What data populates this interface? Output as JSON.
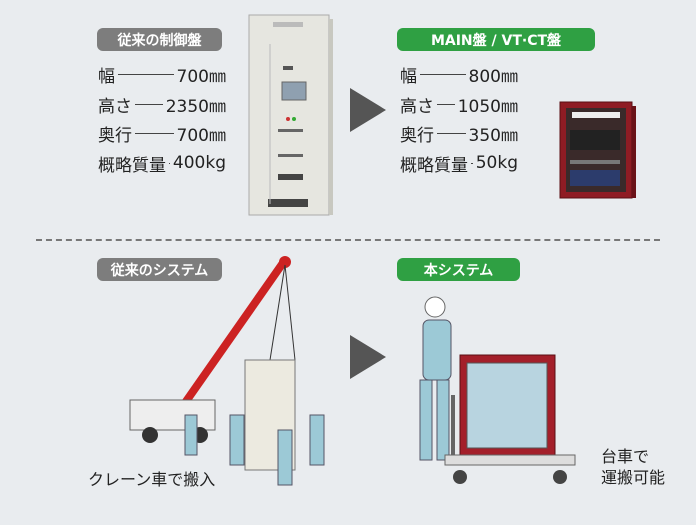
{
  "before": {
    "label": "従来の制御盤",
    "specs": [
      {
        "name": "幅",
        "value": "700㎜"
      },
      {
        "name": "高さ",
        "value": "2350㎜"
      },
      {
        "name": "奥行",
        "value": "700㎜"
      },
      {
        "name": "概略質量",
        "value": "400kg"
      }
    ]
  },
  "after": {
    "label": "MAIN盤 / VT·CT盤",
    "specs": [
      {
        "name": "幅",
        "value": "800㎜"
      },
      {
        "name": "高さ",
        "value": "1050㎜"
      },
      {
        "name": "奥行",
        "value": "350㎜"
      },
      {
        "name": "概略質量",
        "value": "50kg"
      }
    ]
  },
  "old_system": {
    "label": "従来のシステム",
    "caption": "クレーン車で搬入"
  },
  "new_system": {
    "label": "本システム",
    "caption_line1": "台車で",
    "caption_line2": "運搬可能"
  },
  "colors": {
    "gray_label": "#7d7d7d",
    "green_label": "#2fa043",
    "panel_red": "#a31f2a"
  }
}
